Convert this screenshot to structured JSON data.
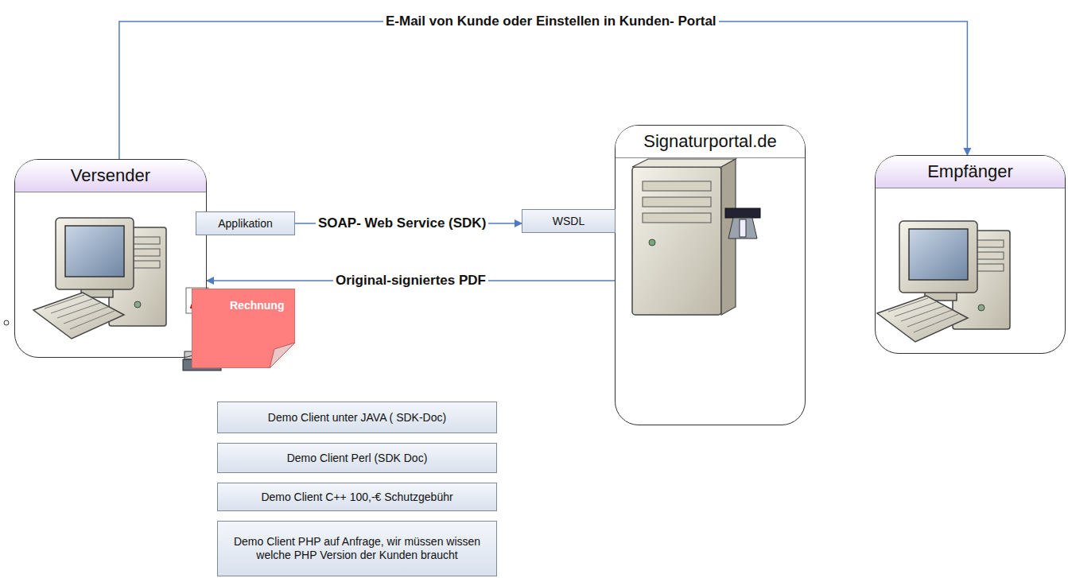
{
  "diagram": {
    "nodes": [
      {
        "text": [
          "Versender"
        ]
      },
      {
        "text": [
          "Applikation"
        ],
        "in": 0
      },
      {
        "text": [
          "Rechnung"
        ],
        "in": 0
      },
      {
        "text": [
          "Signaturportal.de"
        ]
      },
      {
        "text": [
          "WSDL"
        ],
        "in": 3
      },
      {
        "text": [
          "Empfänger"
        ]
      },
      {
        "text": [
          "Demo Client unter JAVA ( SDK-Doc)"
        ]
      },
      {
        "text": [
          "Demo Client Perl (SDK Doc)"
        ]
      },
      {
        "text": [
          "Demo Client C++  100,-€ Schutzgebühr"
        ]
      },
      {
        "text": [
          "Demo Client PHP auf Anfrage, wir müssen wissen welche PHP Version der Kunden braucht"
        ]
      }
    ],
    "edges": [
      {
        "from": 0,
        "to": 5,
        "label": "E-Mail von Kunde oder Einstellen in Kunden- Portal",
        "arrow": "to"
      },
      {
        "from": 1,
        "to": 4,
        "label": "SOAP- Web Service (SDK)",
        "arrow": "to"
      },
      {
        "from": 3,
        "to": 0,
        "label": "Original-signiertes PDF",
        "arrow": "to"
      }
    ]
  }
}
